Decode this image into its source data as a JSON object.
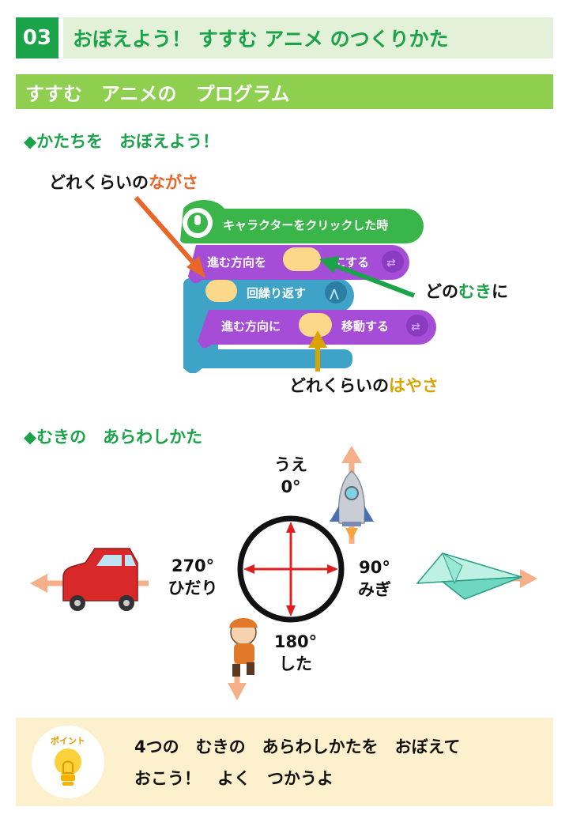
{
  "title": {
    "number": "03",
    "text": "おぼえよう！ すすむ アニメ のつくりかた"
  },
  "section": {
    "title": "すすむ　アニメの　プログラム"
  },
  "shape": {
    "heading": "◆かたちを　おぼえよう！",
    "label_length_prefix": "どれくらいの",
    "label_length_highlight": "ながさ",
    "label_dir_prefix": "どの",
    "label_dir_highlight": "むき",
    "label_dir_suffix": "に",
    "label_speed_prefix": "どれくらいの",
    "label_speed_highlight": "はやさ",
    "blocks": {
      "hat": "キャラクターをクリックした時",
      "set_dir_before": "進む方向を",
      "set_dir_after": "にする",
      "repeat": "回繰り返す",
      "move_before": "進む方向に",
      "move_after": "移動する"
    }
  },
  "direction": {
    "heading": "◆むきの　あらわしかた",
    "up_word": "うえ",
    "up_deg": "0°",
    "right_deg": "90°",
    "right_word": "みぎ",
    "down_deg": "180°",
    "down_word": "した",
    "left_deg": "270°",
    "left_word": "ひだり"
  },
  "note": {
    "badge": "ポイント",
    "text": "4つの　むきの　あらわしかたを　おぼえて\nおこう！　よく　つかうよ"
  },
  "colors": {
    "accent_green": "#1ba34a",
    "section_green": "#8fcf4f",
    "hat_green": "#39b54a",
    "motion_purple": "#a64dd8",
    "control_blue": "#3fa3c8",
    "slot_yellow": "#fcd98a",
    "arrow_orange": "#e8662a",
    "arrow_gold": "#d9a400",
    "compass_red": "#e02020",
    "dir_arrow": "#f5b08a"
  }
}
